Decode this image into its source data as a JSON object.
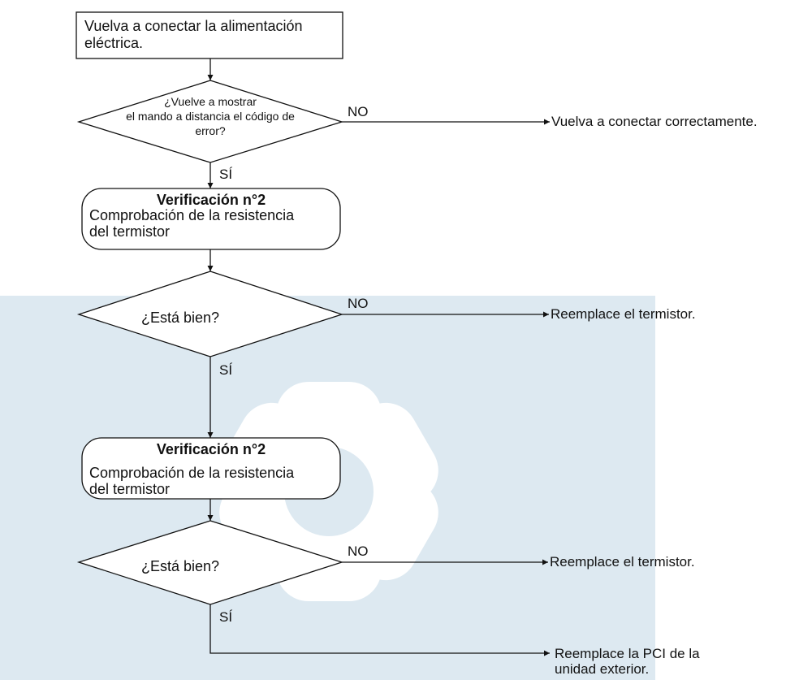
{
  "start_box": {
    "line1": "Vuelva a conectar la alimentación",
    "line2": "eléctrica."
  },
  "decision1": {
    "line1": "¿Vuelve a mostrar",
    "line2": "el mando a distancia el código de",
    "line3": "error?",
    "no_label": "NO",
    "yes_label": "SÍ",
    "no_result": "Vuelva a conectar correctamente."
  },
  "check1": {
    "title": "Verificación n°2",
    "line1": "Comprobación de la resistencia",
    "line2": "del termistor"
  },
  "decision2": {
    "question": "¿Está bien?",
    "no_label": "NO",
    "yes_label": "SÍ",
    "no_result": "Reemplace el termistor."
  },
  "check2": {
    "title": "Verificación n°2",
    "line1": "Comprobación de la resistencia",
    "line2": "del termistor"
  },
  "decision3": {
    "question": "¿Está bien?",
    "no_label": "NO",
    "yes_label": "SÍ",
    "no_result": "Reemplace el termistor."
  },
  "final": {
    "line1": "Reemplace la PCI de la",
    "line2": "unidad exterior."
  },
  "colors": {
    "watermark": "#dde9f1",
    "line": "#111111"
  }
}
